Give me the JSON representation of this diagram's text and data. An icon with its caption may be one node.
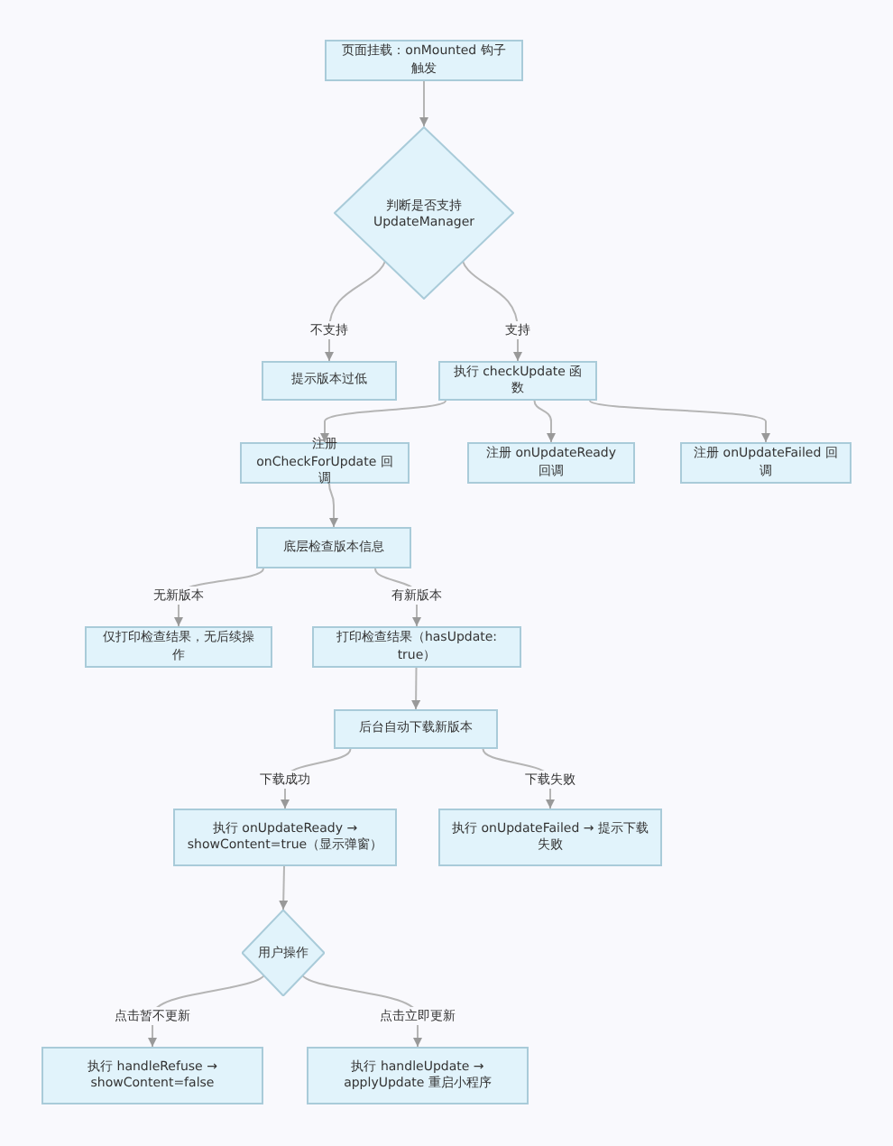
{
  "diagram": {
    "nodes": [
      {
        "text": [
          "页面挂载：onMounted 钩子触发"
        ]
      },
      {
        "text": [
          "判断是否支持 UpdateManager"
        ]
      },
      {
        "text": [
          "提示版本过低"
        ]
      },
      {
        "text": [
          "执行 checkUpdate 函数"
        ]
      },
      {
        "text": [
          "注册 onCheckForUpdate 回调"
        ]
      },
      {
        "text": [
          "注册 onUpdateReady 回调"
        ]
      },
      {
        "text": [
          "注册 onUpdateFailed 回调"
        ]
      },
      {
        "text": [
          "底层检查版本信息"
        ]
      },
      {
        "text": [
          "仅打印检查结果，无后续操作"
        ]
      },
      {
        "text": [
          "打印检查结果（hasUpdate: true）"
        ]
      },
      {
        "text": [
          "后台自动下载新版本"
        ]
      },
      {
        "text": [
          "执行 onUpdateReady → showContent=true（显示弹窗）"
        ]
      },
      {
        "text": [
          "执行 onUpdateFailed → 提示下载失败"
        ]
      },
      {
        "text": [
          "用户操作"
        ]
      },
      {
        "text": [
          "执行 handleRefuse → showContent=false"
        ]
      },
      {
        "text": [
          "执行 handleUpdate → applyUpdate 重启小程序"
        ]
      }
    ],
    "edges": [
      {
        "from": 0,
        "to": 1,
        "arrow": "to"
      },
      {
        "from": 1,
        "to": 2,
        "arrow": "to",
        "label": "不支持"
      },
      {
        "from": 1,
        "to": 3,
        "arrow": "to",
        "label": "支持"
      },
      {
        "from": 3,
        "to": 4,
        "arrow": "to"
      },
      {
        "from": 3,
        "to": 5,
        "arrow": "to"
      },
      {
        "from": 3,
        "to": 6,
        "arrow": "to"
      },
      {
        "from": 4,
        "to": 7,
        "arrow": "to"
      },
      {
        "from": 7,
        "to": 8,
        "arrow": "to",
        "label": "无新版本"
      },
      {
        "from": 7,
        "to": 9,
        "arrow": "to",
        "label": "有新版本"
      },
      {
        "from": 9,
        "to": 10,
        "arrow": "to"
      },
      {
        "from": 10,
        "to": 11,
        "arrow": "to",
        "label": "下载成功"
      },
      {
        "from": 10,
        "to": 12,
        "arrow": "to",
        "label": "下载失败"
      },
      {
        "from": 11,
        "to": 13,
        "arrow": "to"
      },
      {
        "from": 13,
        "to": 14,
        "arrow": "to",
        "label": "点击暂不更新"
      },
      {
        "from": 13,
        "to": 15,
        "arrow": "to",
        "label": "点击立即更新"
      }
    ]
  }
}
